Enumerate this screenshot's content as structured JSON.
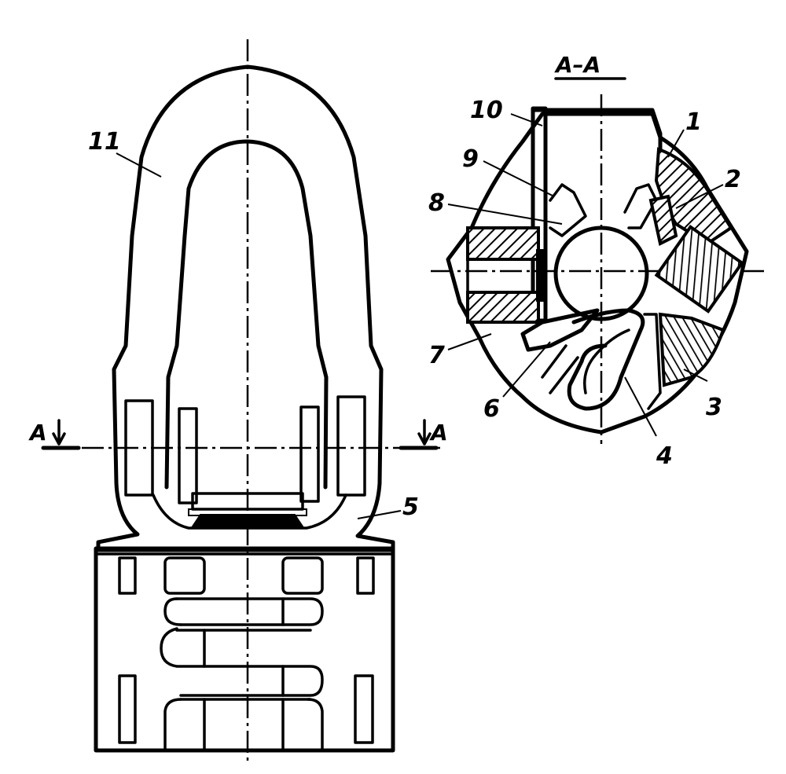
{
  "figure": {
    "section_title": "A–A",
    "section_mark_left": "A",
    "section_mark_right": "A",
    "labels": {
      "l1": "1",
      "l2": "2",
      "l3": "3",
      "l4": "4",
      "l5": "5",
      "l6": "6",
      "l7": "7",
      "l8": "8",
      "l9": "9",
      "l10": "10",
      "l11": "11"
    }
  }
}
